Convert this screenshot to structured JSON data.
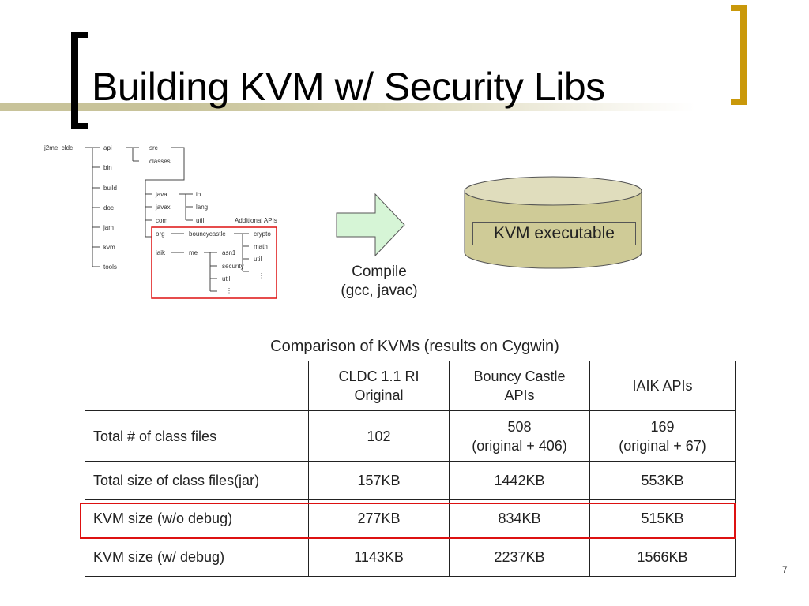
{
  "slide": {
    "title": "Building KVM w/ Security Libs",
    "page_number": "7",
    "accent_colors": {
      "left_bracket": "#000000",
      "right_bracket": "#c9980a",
      "title_bar": "#c8c39a",
      "highlight": "#dd1111"
    }
  },
  "tree": {
    "root": "j2me_cldc",
    "level1": [
      "api",
      "bin",
      "build",
      "doc",
      "jam",
      "kvm",
      "tools"
    ],
    "api_children": [
      "src",
      "classes"
    ],
    "src_children": [
      "java",
      "javax",
      "com",
      "org",
      "iaik"
    ],
    "java_children": [
      "io",
      "lang",
      "util"
    ],
    "additional_apis_label": "Additional APIs",
    "org_child": "bouncycastle",
    "bouncycastle_children": [
      "crypto",
      "math",
      "util",
      "⋮"
    ],
    "iaik_child": "me",
    "me_children": [
      "asn1",
      "security",
      "util",
      "⋮"
    ]
  },
  "diagram": {
    "arrow_icon": "right-arrow-icon",
    "compile_label_line1": "Compile",
    "compile_label_line2": "(gcc, javac)",
    "cylinder_label": "KVM executable"
  },
  "table": {
    "caption": "Comparison of KVMs (results on Cygwin)",
    "headers": [
      {
        "line1": "",
        "line2": ""
      },
      {
        "line1": "CLDC 1.1 RI",
        "line2": "Original"
      },
      {
        "line1": "Bouncy Castle",
        "line2": "APIs"
      },
      {
        "line1": "IAIK APIs",
        "line2": ""
      }
    ],
    "rows": [
      {
        "label": "Total # of class files",
        "cells": [
          {
            "l1": "102",
            "l2": ""
          },
          {
            "l1": "508",
            "l2": "(original + 406)"
          },
          {
            "l1": "169",
            "l2": "(original + 67)"
          }
        ]
      },
      {
        "label": "Total size of class files(jar)",
        "cells": [
          {
            "l1": "157KB",
            "l2": ""
          },
          {
            "l1": "1442KB",
            "l2": ""
          },
          {
            "l1": "553KB",
            "l2": ""
          }
        ]
      },
      {
        "label": "KVM size (w/o debug)",
        "highlighted": true,
        "cells": [
          {
            "l1": "277KB",
            "l2": ""
          },
          {
            "l1": "834KB",
            "l2": ""
          },
          {
            "l1": "515KB",
            "l2": ""
          }
        ]
      },
      {
        "label": "KVM size (w/ debug)",
        "cells": [
          {
            "l1": "1143KB",
            "l2": ""
          },
          {
            "l1": "2237KB",
            "l2": ""
          },
          {
            "l1": "1566KB",
            "l2": ""
          }
        ]
      }
    ]
  }
}
